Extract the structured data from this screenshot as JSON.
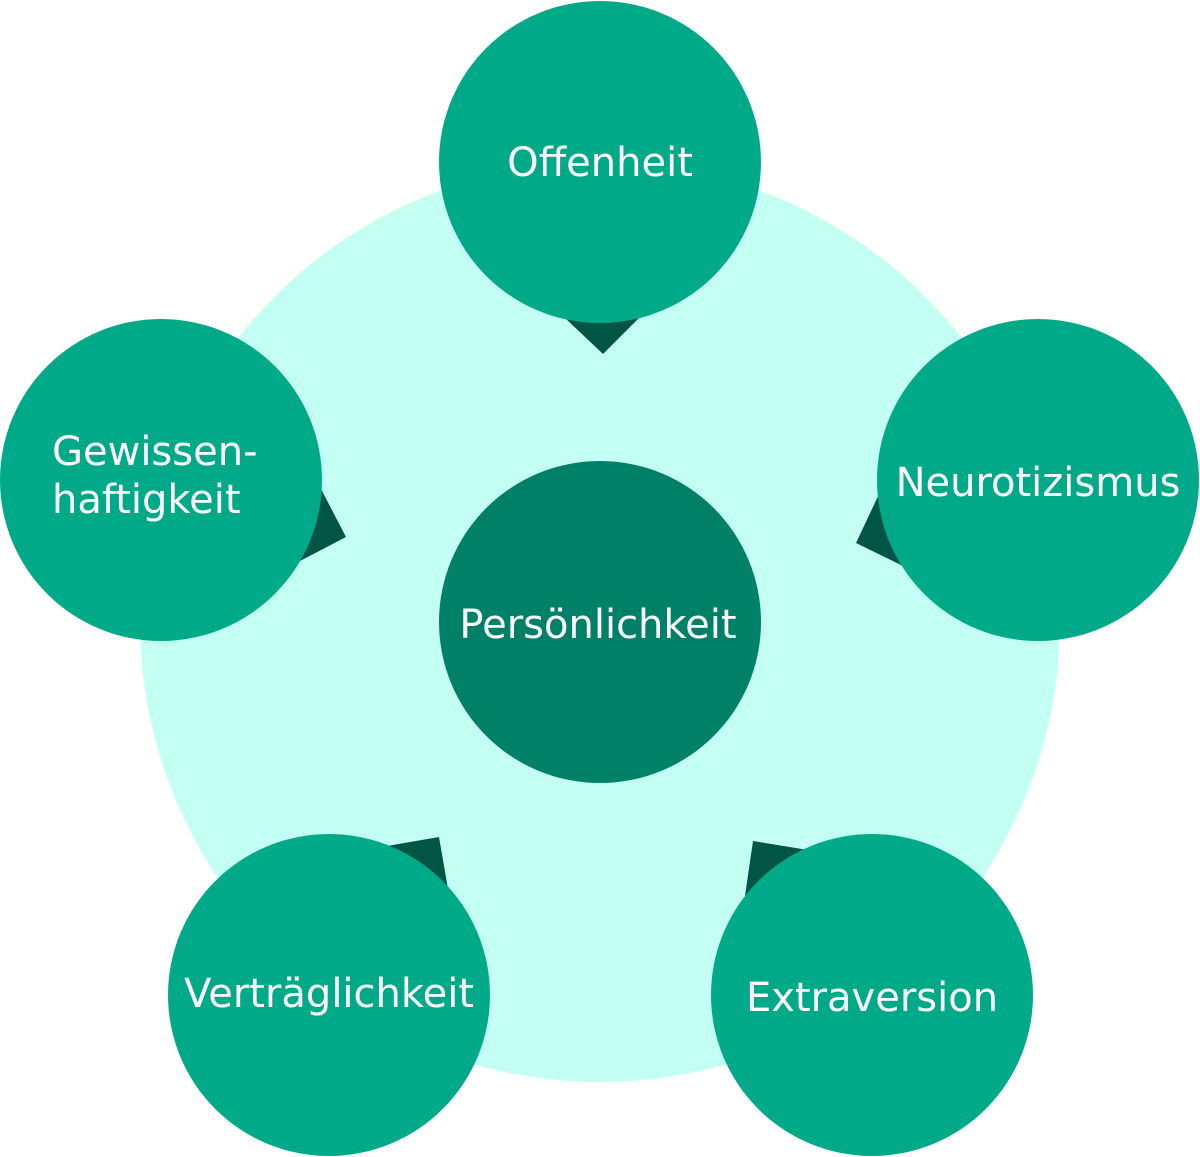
{
  "colors": {
    "background_ring": "#c4fff3",
    "outer_node": "#00aa88",
    "center_node": "#008066",
    "pointer": "#005544",
    "label": "#ffffff"
  },
  "center": {
    "label": "Persönlichkeit"
  },
  "nodes": [
    {
      "id": "offenheit",
      "lines": [
        "Offenheit"
      ]
    },
    {
      "id": "neurotizismus",
      "lines": [
        "Neurotizismus"
      ]
    },
    {
      "id": "extraversion",
      "lines": [
        "Extraversion"
      ]
    },
    {
      "id": "vertraeglichkeit",
      "lines": [
        "Verträglichkeit"
      ]
    },
    {
      "id": "gewissenhaftigkeit",
      "lines": [
        "Gewissen-",
        "haftigkeit"
      ]
    }
  ]
}
